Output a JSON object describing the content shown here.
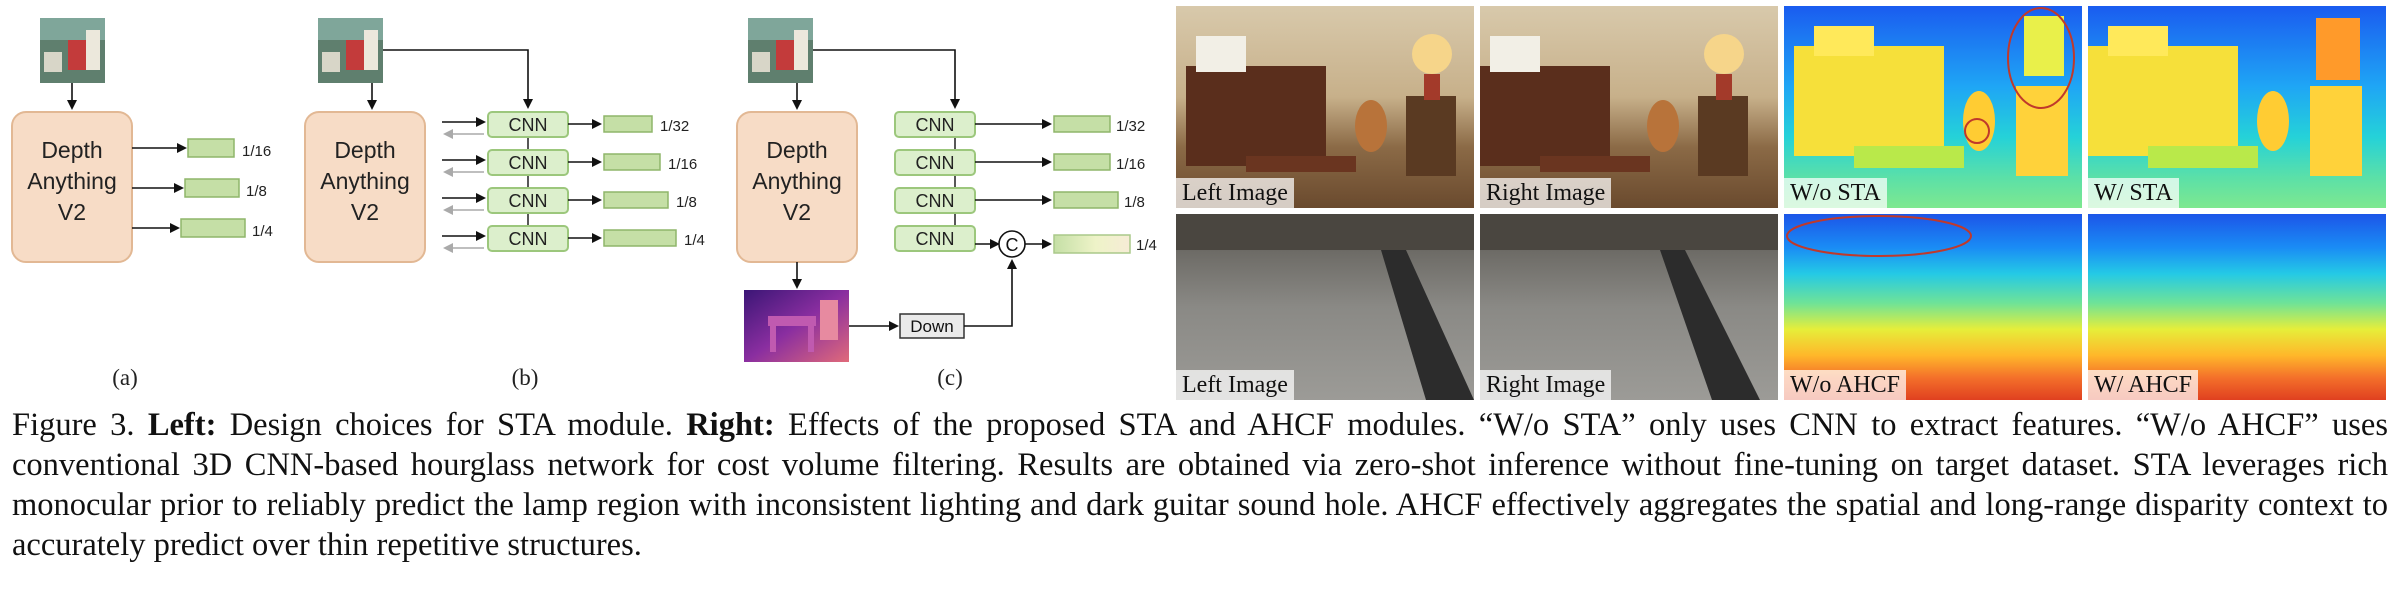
{
  "left": {
    "panels": [
      {
        "id": "a",
        "label": "(a)",
        "encoder": [
          "Depth",
          "Anything",
          "V2"
        ],
        "scales": [
          "1/16",
          "1/8",
          "1/4"
        ]
      },
      {
        "id": "b",
        "label": "(b)",
        "encoder": [
          "Depth",
          "Anything",
          "V2"
        ],
        "cnn_label": "CNN",
        "scales": [
          "1/32",
          "1/16",
          "1/8",
          "1/4"
        ]
      },
      {
        "id": "c",
        "label": "(c)",
        "encoder": [
          "Depth",
          "Anything",
          "V2"
        ],
        "cnn_label": "CNN",
        "scales": [
          "1/32",
          "1/16",
          "1/8",
          "1/4"
        ],
        "concat_symbol": "C",
        "down_label": "Down"
      }
    ]
  },
  "right": {
    "rows": [
      {
        "tiles": [
          {
            "label": "Left Image",
            "kind": "room"
          },
          {
            "label": "Right Image",
            "kind": "room"
          },
          {
            "label": "W/o STA",
            "kind": "depth-room"
          },
          {
            "label": "W/ STA",
            "kind": "depth-room"
          }
        ]
      },
      {
        "tiles": [
          {
            "label": "Left Image",
            "kind": "pavement"
          },
          {
            "label": "Right Image",
            "kind": "pavement"
          },
          {
            "label": "W/o AHCF",
            "kind": "depth-floor"
          },
          {
            "label": "W/ AHCF",
            "kind": "depth-floor"
          }
        ]
      }
    ]
  },
  "caption": {
    "figure_label": "Figure 3.",
    "left_label": "Left:",
    "left_text": " Design choices for STA module. ",
    "right_label": "Right:",
    "right_text": " Effects of the proposed STA and AHCF modules. “W/o STA” only uses CNN to extract features. “W/o AHCF” uses conventional 3D CNN-based hourglass network for cost volume filtering. Results are obtained via zero-shot inference without fine-tuning on target dataset. STA leverages rich monocular prior to reliably predict the lamp region with inconsistent lighting and dark guitar sound hole. AHCF effectively aggregates the spatial and long-range disparity context to accurately predict over thin repetitive structures."
  }
}
